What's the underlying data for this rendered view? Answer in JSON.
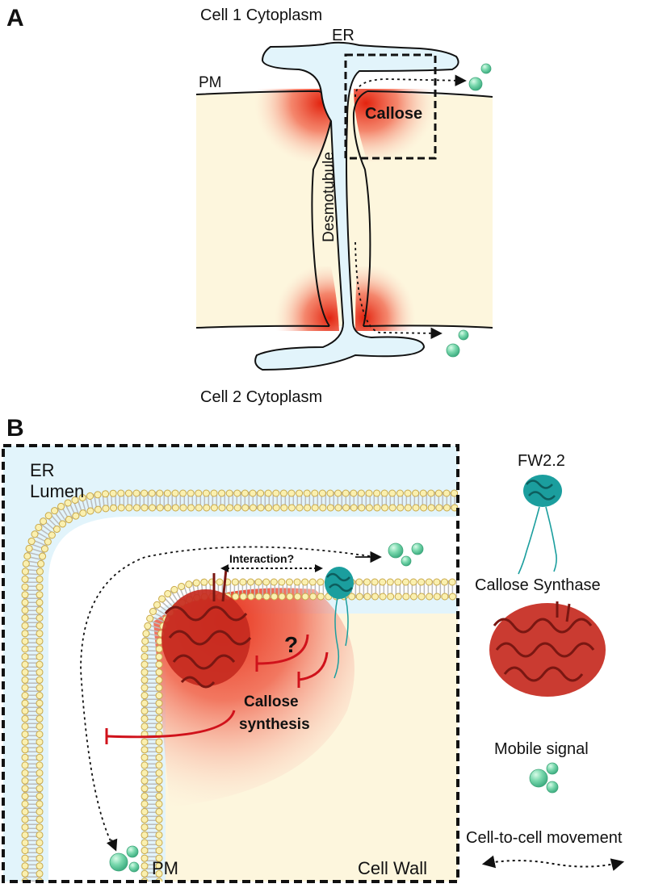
{
  "panel_a": {
    "letter": "A",
    "cell1_label": "Cell 1 Cytoplasm",
    "er_label": "ER",
    "pm_label": "PM",
    "callose_label": "Callose",
    "desmotubule_label": "Desmotubule",
    "cell2_label": "Cell 2 Cytoplasm"
  },
  "panel_b": {
    "letter": "B",
    "er_lumen_line1": "ER",
    "er_lumen_line2": "Lumen",
    "interaction_label": "Interaction?",
    "question_mark": "?",
    "callose_synthesis_line1": "Callose",
    "callose_synthesis_line2": "synthesis",
    "pm_label": "PM",
    "cell_wall_label": "Cell Wall"
  },
  "legend": {
    "fw22_label": "FW2.2",
    "callose_synthase_label": "Callose Synthase",
    "mobile_signal_label": "Mobile signal",
    "movement_label": "Cell-to-cell movement"
  },
  "colors": {
    "cytoplasm_er": "#e2f4fb",
    "cell_wall": "#fdf6dd",
    "callose": "#e8321c",
    "fw22_protein": "#1b9e9e",
    "signal": "#6fd3a6",
    "inhibition": "#d0121b",
    "lipid_head": "#faf0b0"
  },
  "icons": [
    "fw22-protein-icon",
    "callose-synthase-icon",
    "mobile-signal-icon",
    "bidirectional-arrow-icon"
  ]
}
